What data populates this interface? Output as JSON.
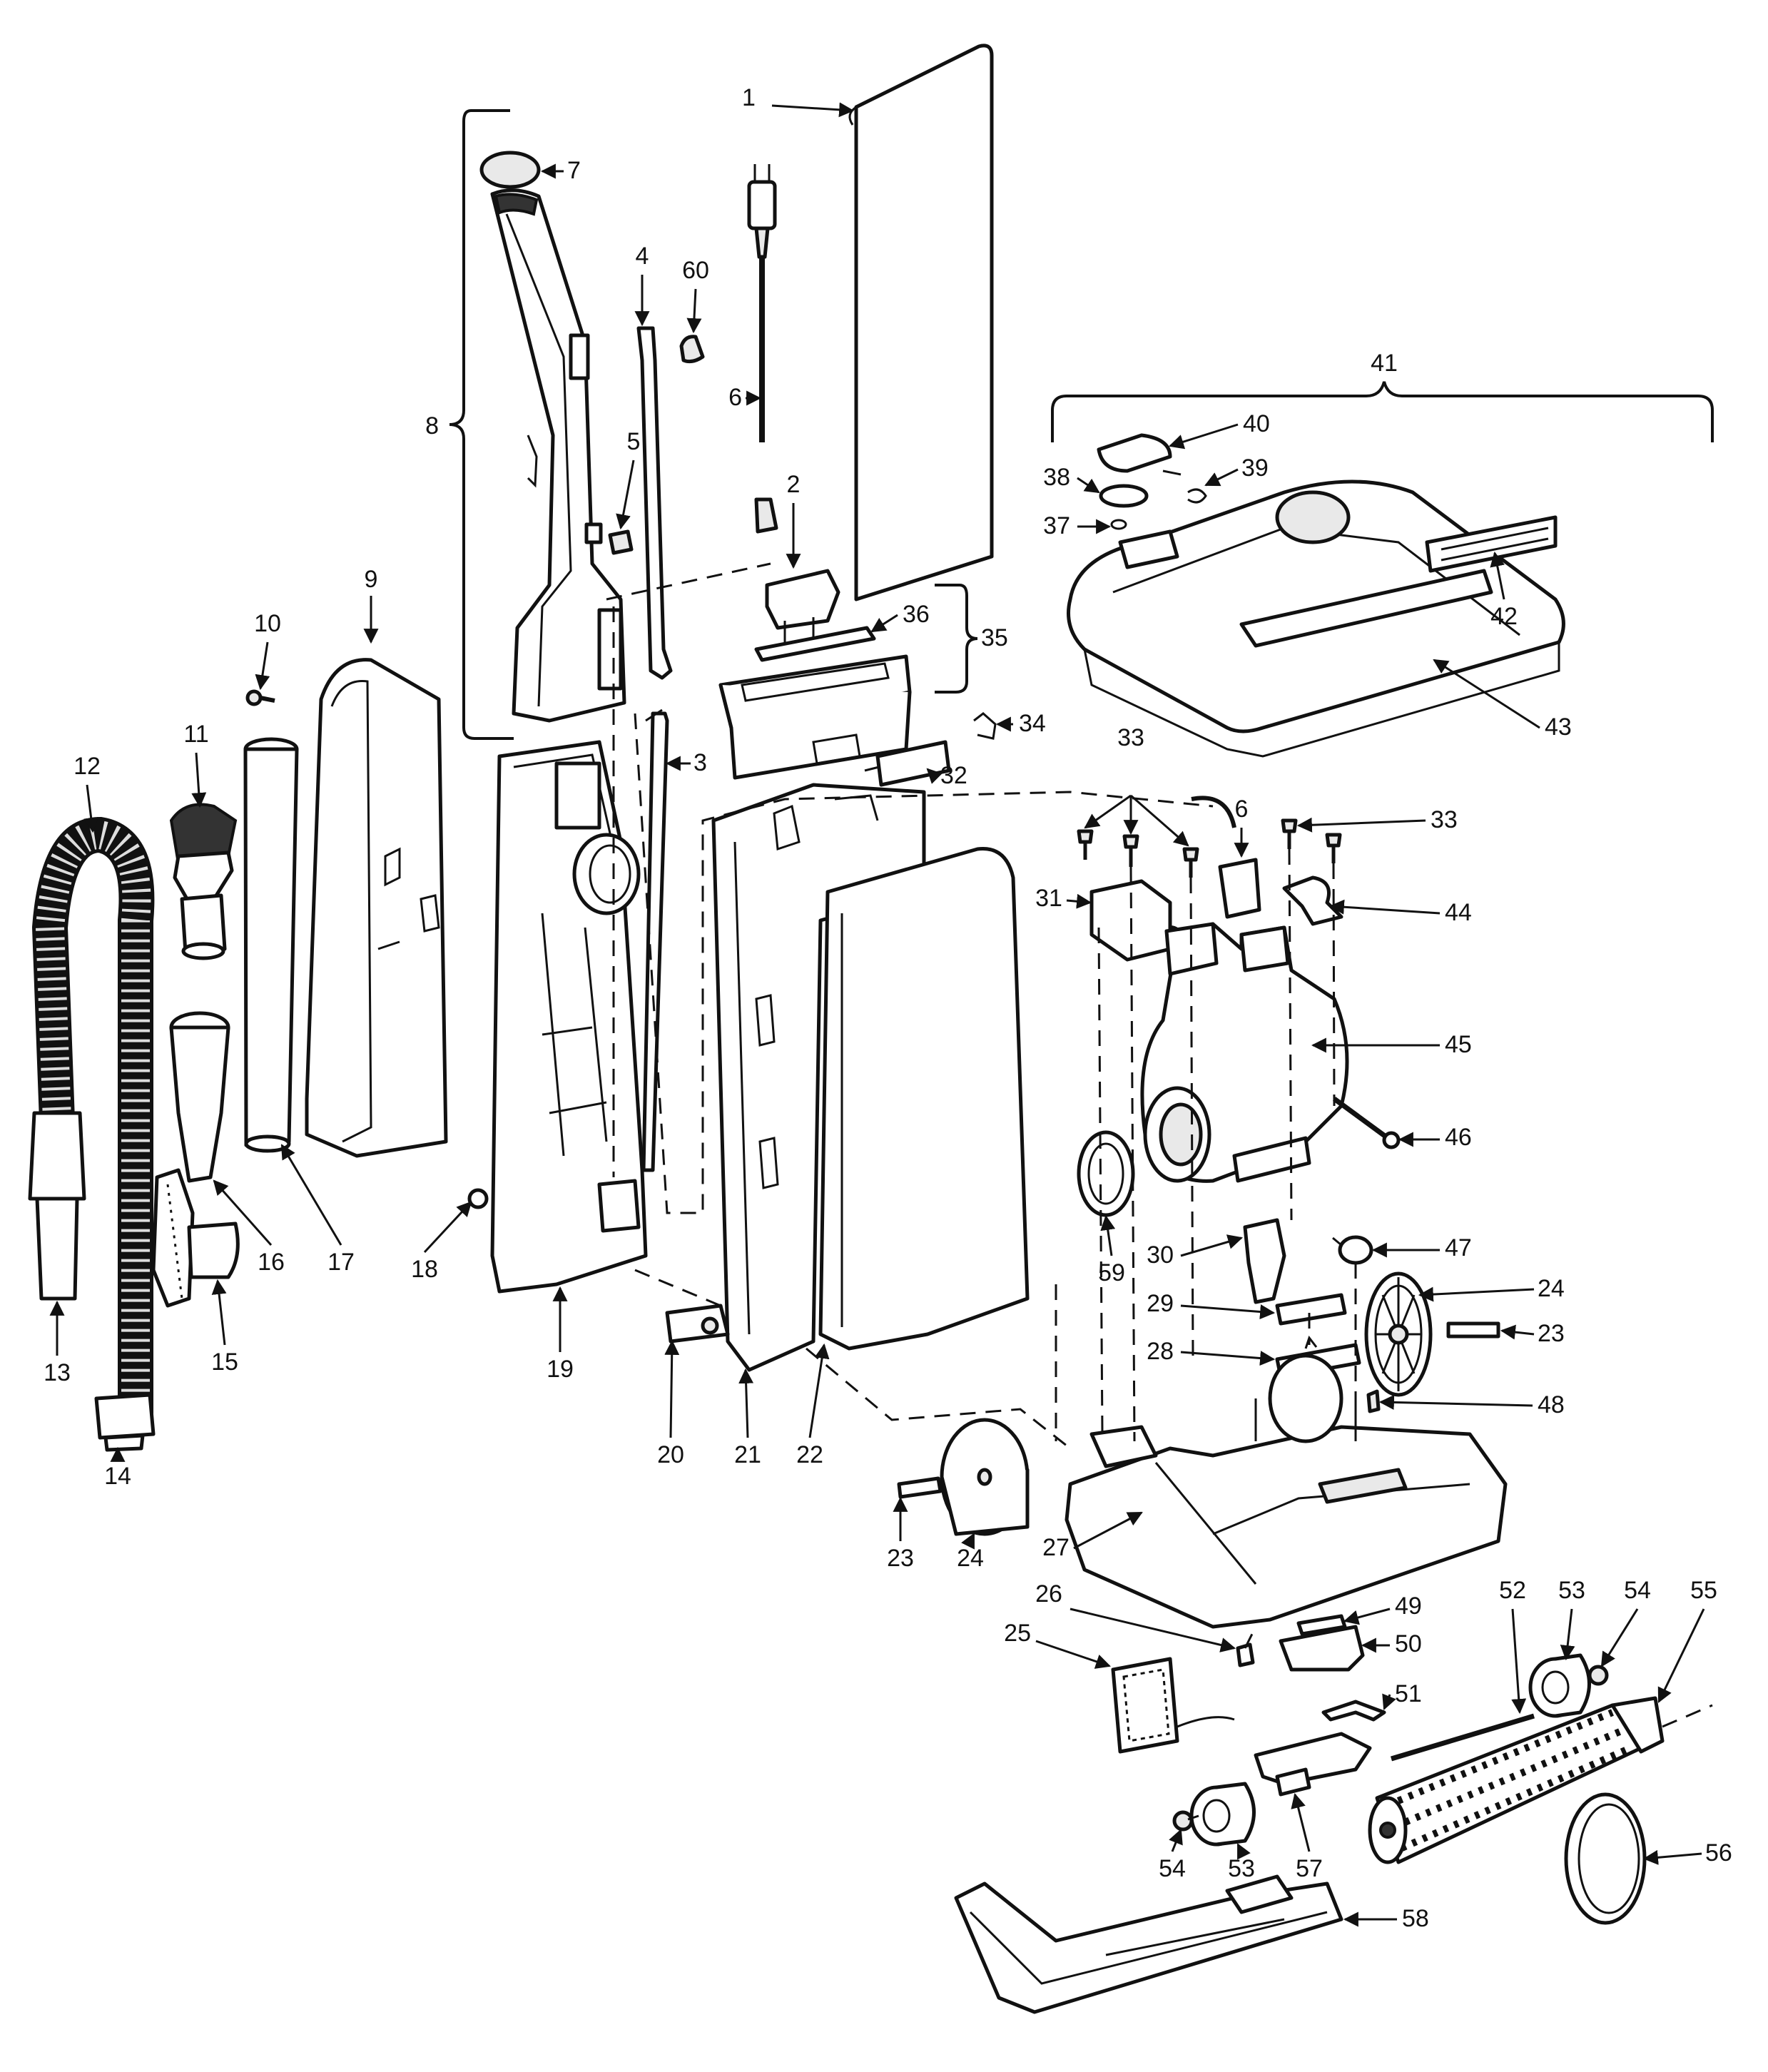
{
  "labels": [
    "1",
    "2",
    "3",
    "4",
    "5",
    "6",
    "6",
    "7",
    "8",
    "9",
    "10",
    "11",
    "12",
    "13",
    "14",
    "15",
    "16",
    "17",
    "18",
    "19",
    "20",
    "21",
    "22",
    "23",
    "23",
    "24",
    "24",
    "25",
    "26",
    "27",
    "28",
    "29",
    "30",
    "31",
    "32",
    "33",
    "33",
    "34",
    "35",
    "36",
    "37",
    "38",
    "39",
    "40",
    "41",
    "42",
    "43",
    "44",
    "45",
    "46",
    "47",
    "48",
    "49",
    "50",
    "51",
    "52",
    "53",
    "53",
    "54",
    "54",
    "55",
    "56",
    "57",
    "58",
    "59",
    "60"
  ],
  "colors": {
    "ink": "#111111",
    "paper": "#ffffff",
    "shade": "#e9e9e9"
  }
}
